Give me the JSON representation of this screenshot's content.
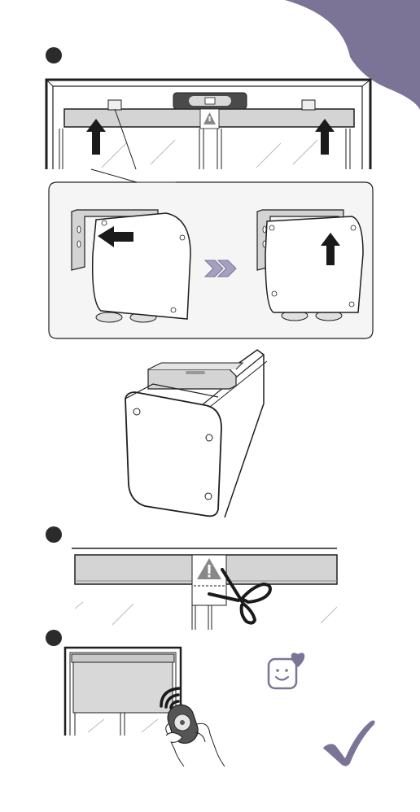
{
  "colors": {
    "accent": "#7b7497",
    "accent_light": "#a59fc2",
    "ink": "#1f1f1f",
    "rail": "#d4d4d4",
    "panel_bg": "#f5f5f5"
  },
  "steps": [
    {
      "marker": "step-1",
      "icon": "install-bracket-illustration"
    },
    {
      "marker": "step-2",
      "icon": "cut-warning-tag-illustration"
    },
    {
      "marker": "step-3",
      "icon": "remote-control-illustration"
    }
  ],
  "icons": {
    "warning": "warning-triangle-icon",
    "scissors": "scissors-icon",
    "heart_face": "smiley-heart-icon",
    "check": "checkmark-icon",
    "wifi": "wireless-signal-icon",
    "arrow_up": "arrow-up-icon",
    "arrow_left": "arrow-left-icon",
    "chevron": "double-chevron-right-icon"
  }
}
